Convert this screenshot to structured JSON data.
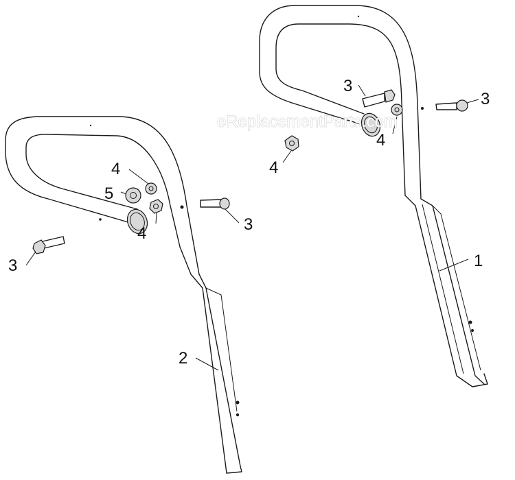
{
  "watermark": "eReplacementParts.com",
  "callouts": {
    "c1": "1",
    "c2": "2",
    "c3a": "3",
    "c3b": "3",
    "c3c": "3",
    "c3d": "3",
    "c4a": "4",
    "c4b": "4",
    "c4c": "4",
    "c4d": "4",
    "c5": "5"
  },
  "colors": {
    "line": "#1a1a1a",
    "fill": "#d9d9d9",
    "background": "#ffffff"
  }
}
